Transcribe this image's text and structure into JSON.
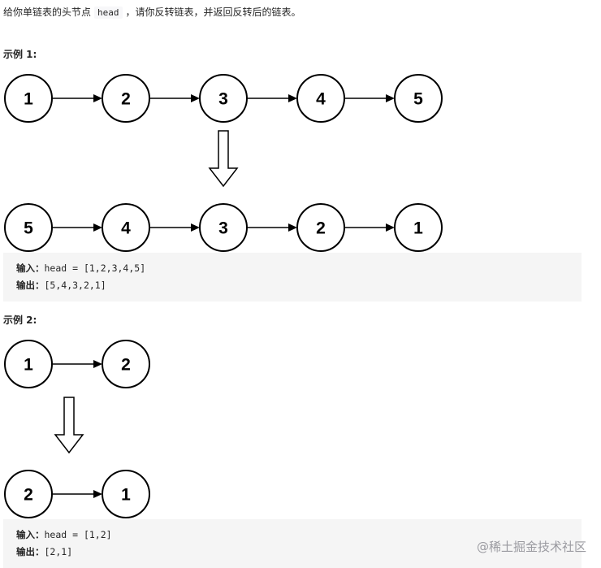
{
  "intro": {
    "before": "给你单链表的头节点",
    "code": "head",
    "after": "，请你反转链表，并返回反转后的链表。"
  },
  "examples": [
    {
      "title": "示例 1:",
      "rows": [
        [
          "1",
          "2",
          "3",
          "4",
          "5"
        ],
        [
          "5",
          "4",
          "3",
          "2",
          "1"
        ]
      ],
      "input_label": "输入：",
      "input_value": "head = [1,2,3,4,5]",
      "output_label": "输出：",
      "output_value": "[5,4,3,2,1]"
    },
    {
      "title": "示例 2:",
      "rows": [
        [
          "1",
          "2"
        ],
        [
          "2",
          "1"
        ]
      ],
      "input_label": "输入：",
      "input_value": "head = [1,2]",
      "output_label": "输出：",
      "output_value": "[2,1]"
    }
  ],
  "watermark": "@稀土掘金技术社区",
  "colors": {
    "io_background": "#f5f5f5",
    "node_stroke": "#000000"
  }
}
